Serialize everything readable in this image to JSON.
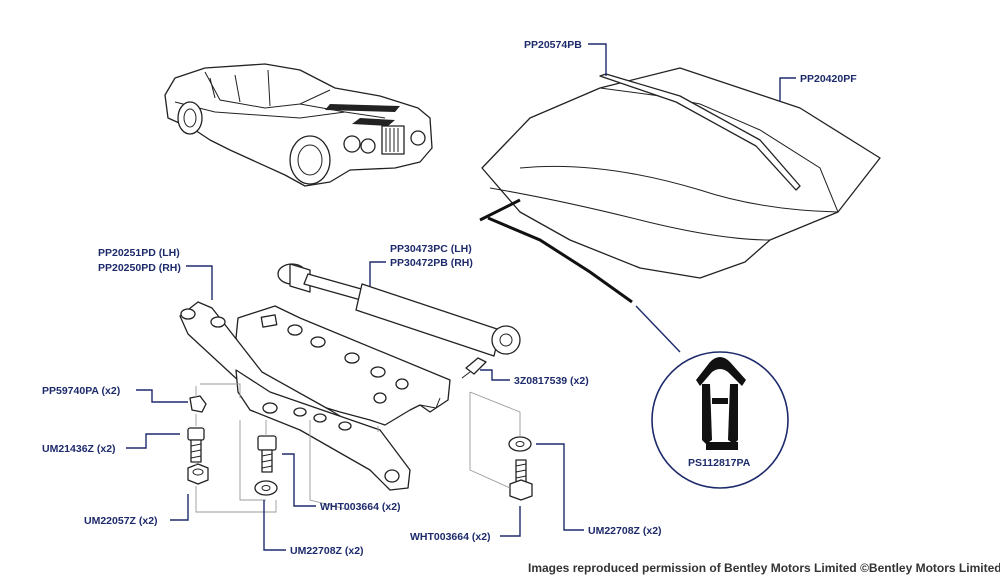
{
  "labels": {
    "pp20574pb": "PP20574PB",
    "pp20420pf": "PP20420PF",
    "pp20251pd": "PP20251PD (LH)",
    "pp20250pd": "PP20250PD (RH)",
    "pp30473pc": "PP30473PC (LH)",
    "pp30472pb": "PP30472PB (RH)",
    "pp59740pa": "PP59740PA (x2)",
    "z3z0817539": "3Z0817539 (x2)",
    "um21436z": "UM21436Z (x2)",
    "um22057z": "UM22057Z (x2)",
    "wht003664_mid": "WHT003664 (x2)",
    "um22708z_bottom": "UM22708Z (x2)",
    "wht003664_right": "WHT003664 (x2)",
    "um22708z_right": "UM22708Z (x2)",
    "ps112817pa": "PS112817PA"
  },
  "credit": "Images reproduced permission of Bentley Motors Limited ©Bentley Motors Limited",
  "colors": {
    "leader": "#1d2a6b",
    "outline": "#222222",
    "guide": "#9a9a9a"
  }
}
